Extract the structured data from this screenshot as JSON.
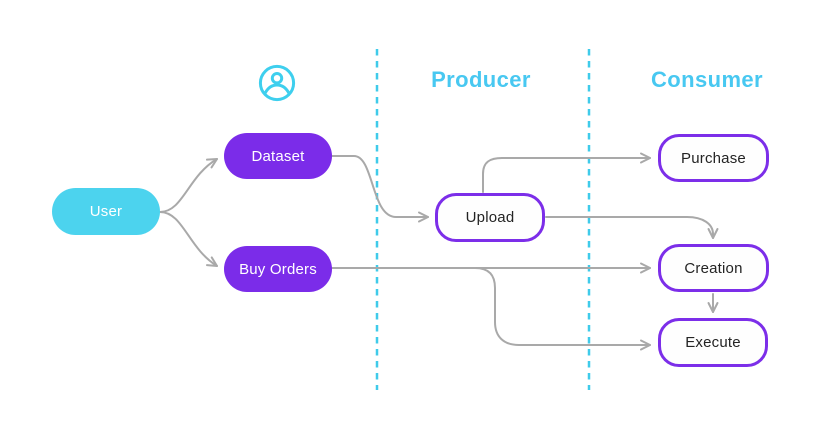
{
  "diagram": {
    "headers": [
      {
        "id": "producer",
        "label": "Producer"
      },
      {
        "id": "consumer",
        "label": "Consumer"
      }
    ],
    "icon": {
      "name": "user-circle-icon"
    },
    "nodes": [
      {
        "id": "user",
        "label": "User",
        "style": "solid-cyan"
      },
      {
        "id": "dataset",
        "label": "Dataset",
        "style": "solid-purple"
      },
      {
        "id": "buy_orders",
        "label": "Buy Orders",
        "style": "solid-purple"
      },
      {
        "id": "upload",
        "label": "Upload",
        "style": "outline-purple"
      },
      {
        "id": "purchase",
        "label": "Purchase",
        "style": "outline-purple"
      },
      {
        "id": "creation",
        "label": "Creation",
        "style": "outline-purple"
      },
      {
        "id": "execute",
        "label": "Execute",
        "style": "outline-purple"
      }
    ],
    "edges": [
      {
        "from": "user",
        "to": "dataset"
      },
      {
        "from": "user",
        "to": "buy_orders"
      },
      {
        "from": "dataset",
        "to": "upload"
      },
      {
        "from": "upload",
        "to": "purchase"
      },
      {
        "from": "upload",
        "to": "creation"
      },
      {
        "from": "buy_orders",
        "to": "creation"
      },
      {
        "from": "buy_orders",
        "to": "execute"
      },
      {
        "from": "creation",
        "to": "execute"
      }
    ],
    "colors": {
      "node_cyan": "#4cd3ee",
      "node_purple": "#7b2ce9",
      "outline_border": "#7c2ee9",
      "header_text": "#48c8f1",
      "divider_cyan": "#3fcbea",
      "connector_gray": "#a9a9a9",
      "node_text_light": "#ffffff",
      "node_text_dark": "#242424"
    }
  }
}
